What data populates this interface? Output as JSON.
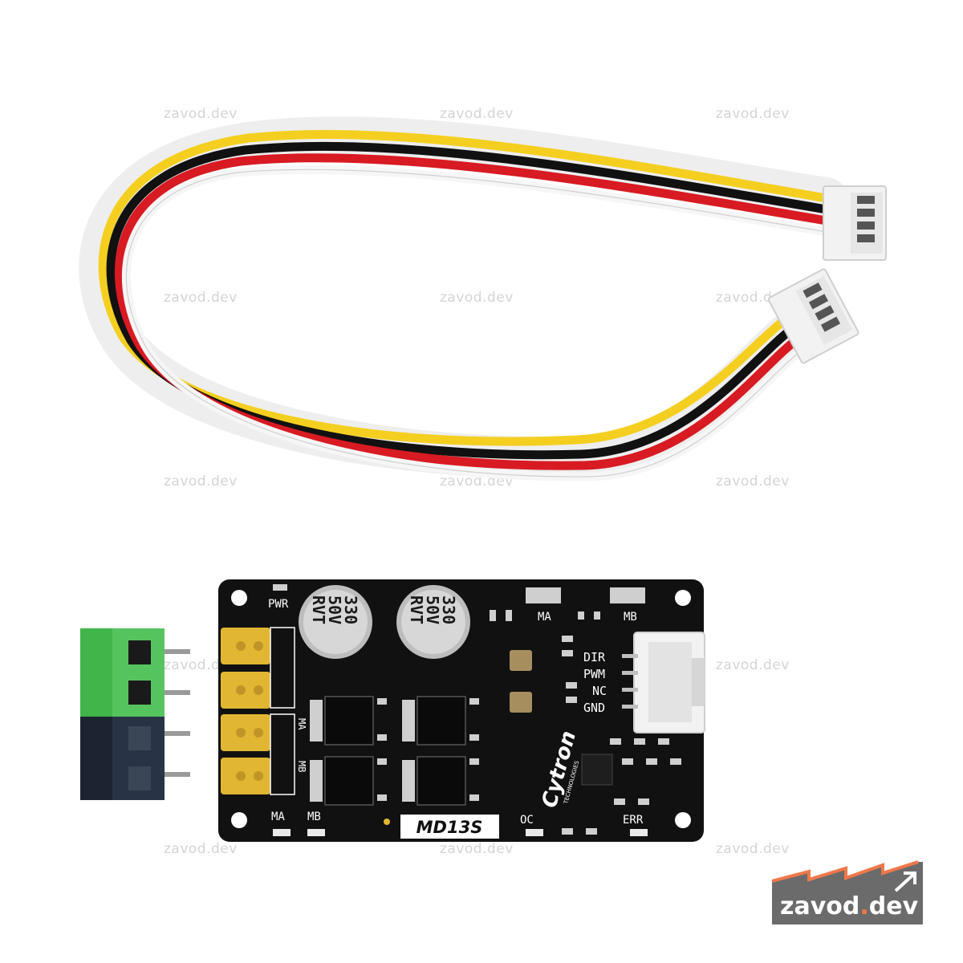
{
  "watermark": {
    "text": "zavod.dev",
    "color": "#d4d4d4"
  },
  "board": {
    "model": "MD13S",
    "brand": "Cytron",
    "brand_sub": "TECHNOLOGIES",
    "labels": {
      "pwr": "PWR",
      "ma": "MA",
      "mb": "MB",
      "oc": "OC",
      "err": "ERR",
      "dir": "DIR",
      "pwm": "PWM",
      "nc": "NC",
      "gnd": "GND"
    },
    "capacitor": {
      "line1": "330",
      "line2": "50V",
      "line3": "RVT"
    },
    "colors": {
      "pcb": "#111111",
      "gold": "#e1b632",
      "terminal_green": "#3fb54a",
      "terminal_black": "#1b2430"
    }
  },
  "cable": {
    "wire_colors": [
      "#f4cf20",
      "#111111",
      "#d81a22",
      "#ffffff"
    ]
  },
  "logo": {
    "name": "zavod",
    "dot": ".",
    "tld": "dev",
    "colors": {
      "bg": "#6b6b6b",
      "accent": "#f0784a"
    }
  }
}
